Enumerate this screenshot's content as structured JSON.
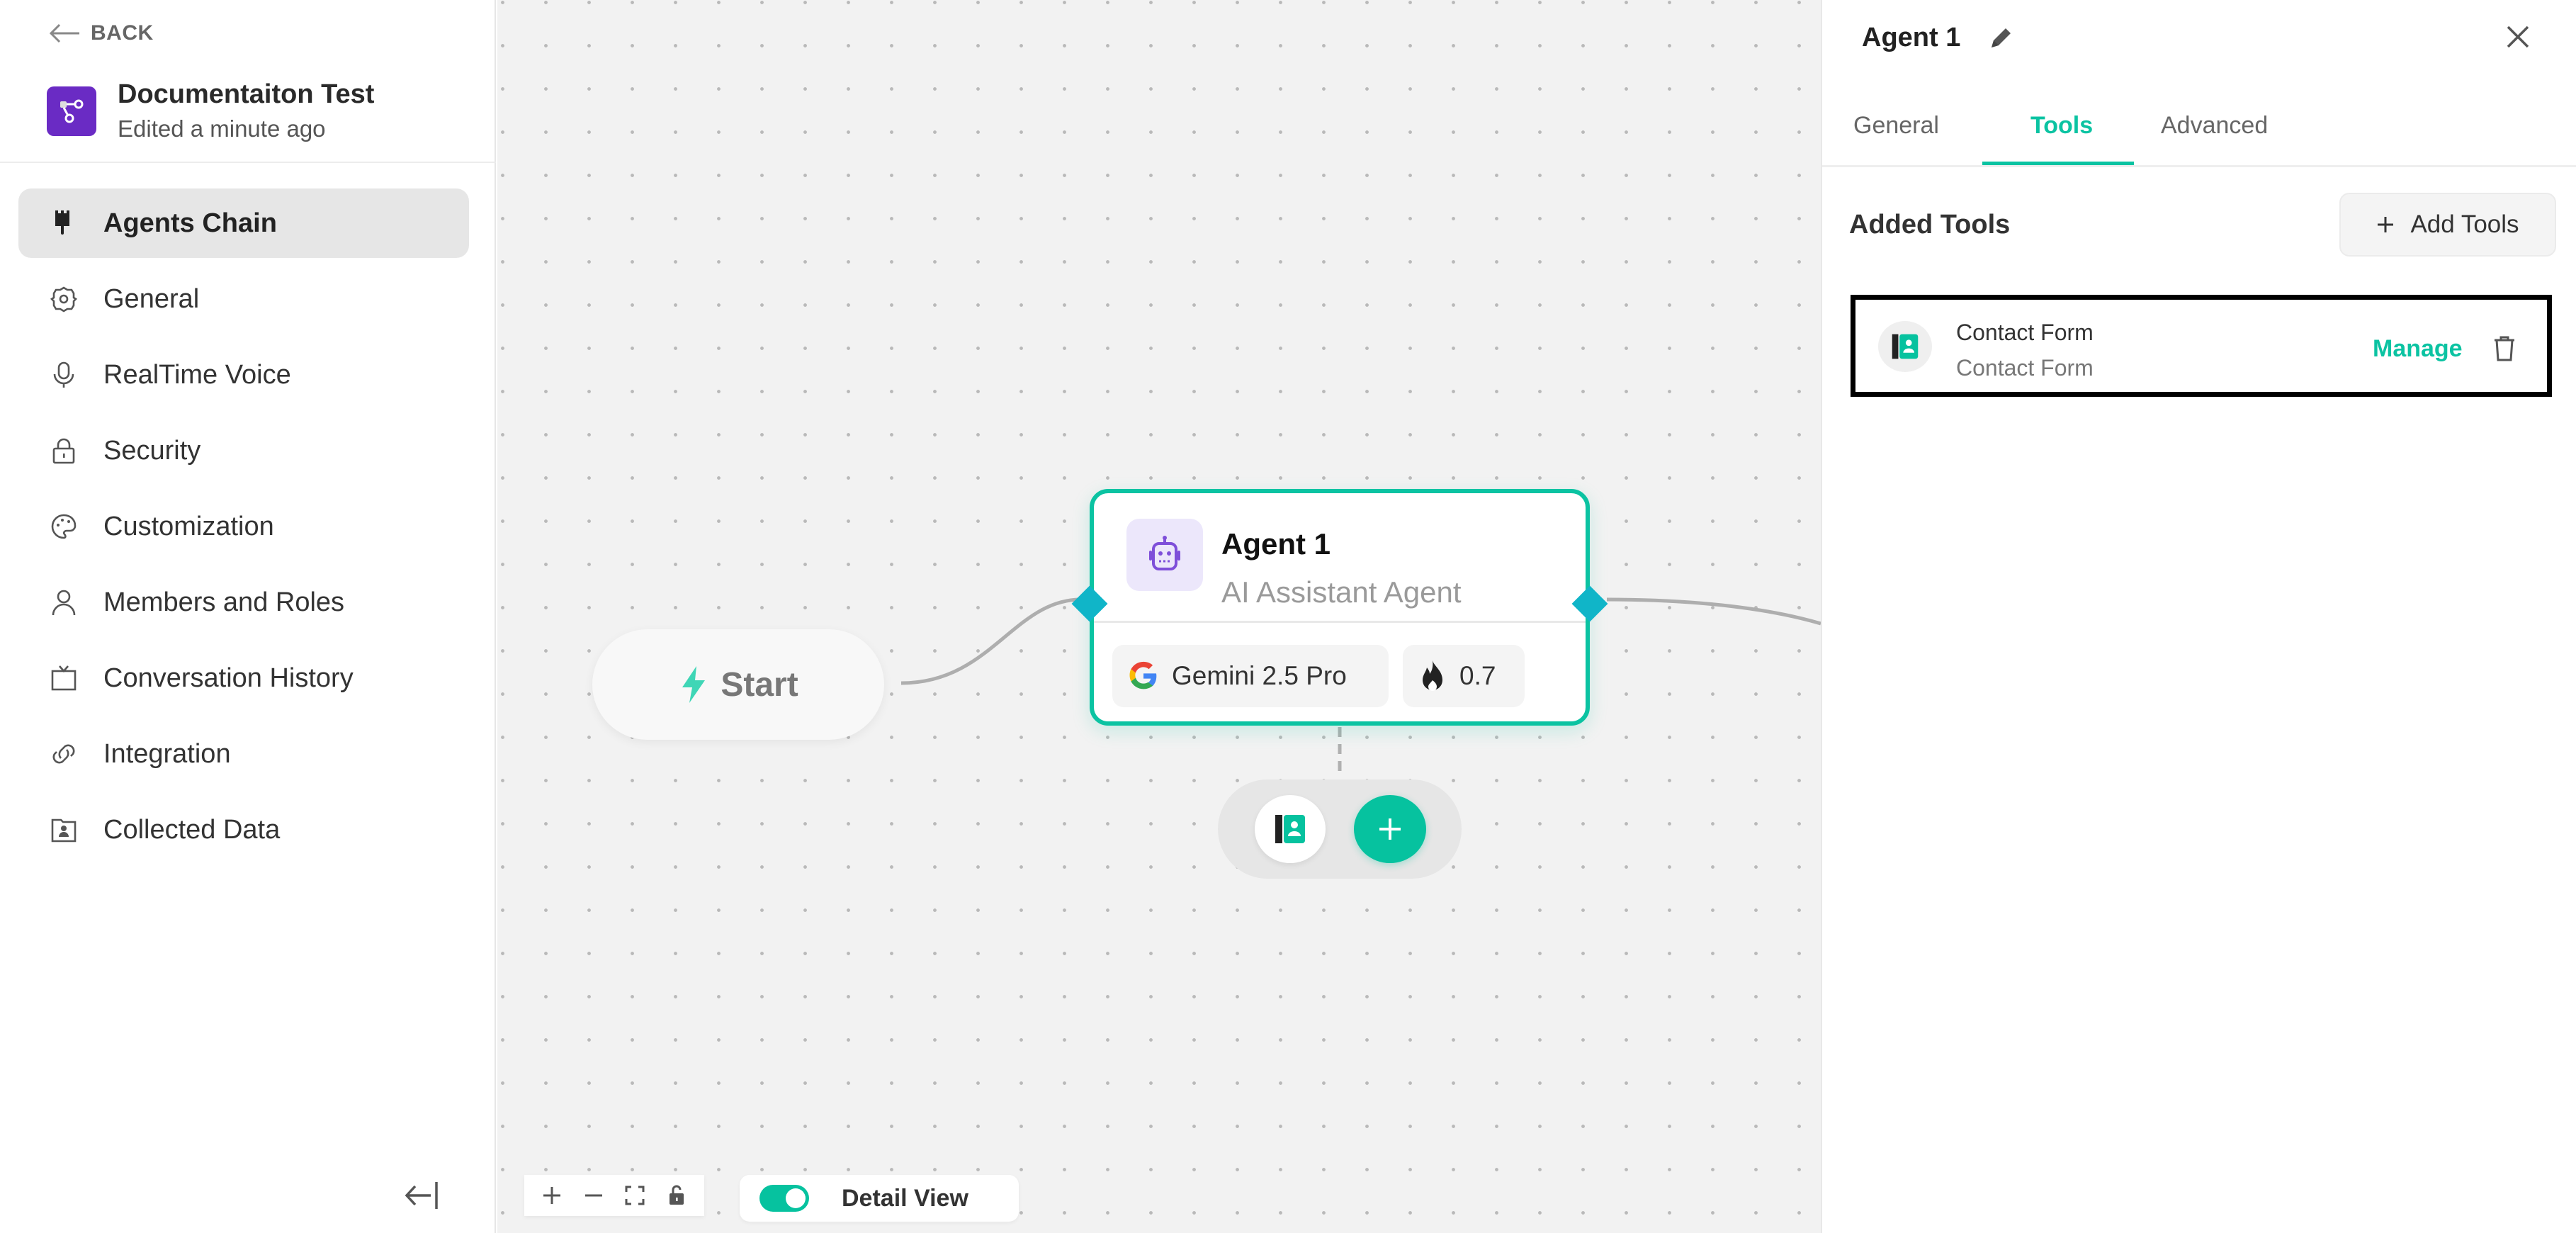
{
  "sidebar": {
    "back_label": "BACK",
    "project": {
      "title": "Documentaiton Test",
      "subtitle": "Edited a minute ago"
    },
    "items": [
      {
        "label": "Agents Chain",
        "icon": "brush-icon",
        "active": true
      },
      {
        "label": "General",
        "icon": "gear-icon"
      },
      {
        "label": "RealTime Voice",
        "icon": "microphone-icon"
      },
      {
        "label": "Security",
        "icon": "lock-icon"
      },
      {
        "label": "Customization",
        "icon": "palette-icon"
      },
      {
        "label": "Members and Roles",
        "icon": "user-icon"
      },
      {
        "label": "Conversation History",
        "icon": "tv-icon"
      },
      {
        "label": "Integration",
        "icon": "link-icon"
      },
      {
        "label": "Collected Data",
        "icon": "contact-folder-icon"
      }
    ],
    "collapse_icon": "collapse-left-icon"
  },
  "canvas": {
    "start_node": {
      "label": "Start",
      "icon": "lightning-icon"
    },
    "agent_node": {
      "name": "Agent 1",
      "type": "AI Assistant Agent",
      "icon": "robot-icon",
      "model": "Gemini 2.5 Pro",
      "model_icon": "google-icon",
      "temperature": "0.7",
      "temperature_icon": "flame-icon"
    },
    "tools_group": {
      "tool_icon": "contact-book-icon",
      "add_icon": "plus-icon"
    },
    "controls": {
      "zoom_in": "plus-icon",
      "zoom_out": "minus-icon",
      "fit_view": "fit-view-icon",
      "lock": "lock-icon"
    },
    "detail_view": {
      "label": "Detail View",
      "enabled": true
    }
  },
  "panel": {
    "title": "Agent 1",
    "tabs": [
      {
        "label": "General"
      },
      {
        "label": "Tools",
        "active": true
      },
      {
        "label": "Advanced"
      }
    ],
    "section_title": "Added Tools",
    "add_tools_label": "Add Tools",
    "tools": [
      {
        "name": "Contact Form",
        "description": "Contact Form",
        "action_label": "Manage"
      }
    ]
  },
  "colors": {
    "accent": "#0bc3a2",
    "project_icon": "#6a2bc4",
    "handle": "#10b5c8",
    "canvas_bg": "#f2f2f2"
  }
}
